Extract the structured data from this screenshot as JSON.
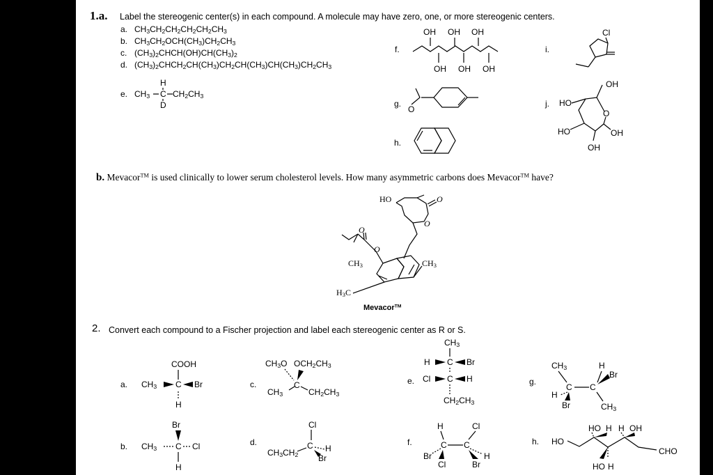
{
  "q1": {
    "number": "1.a.",
    "title": "Label the stereogenic center(s) in each compound. A molecule may have zero, one, or more stereogenic centers.",
    "items": [
      {
        "letter": "a.",
        "formula": "CH3CH2CH2CH2CH2CH3"
      },
      {
        "letter": "b.",
        "formula": "CH3CH2OCH(CH3)CH2CH3"
      },
      {
        "letter": "c.",
        "formula": "(CH3)2CHCH(OH)CH(CH3)2"
      },
      {
        "letter": "d.",
        "formula": "(CH3)2CHCH2CH(CH3)CH2CH(CH3)CH(CH3)CH2CH3"
      }
    ],
    "e": {
      "letter": "e.",
      "top": "H",
      "left": "CH3",
      "center": "C",
      "right": "CH2CH3",
      "bottom": "D"
    },
    "f": {
      "letter": "f.",
      "top_labels": [
        "OH",
        "OH",
        "OH"
      ],
      "bottom_labels": [
        "OH",
        "OH",
        "OH"
      ]
    },
    "g": {
      "letter": "g.",
      "o_label": "O"
    },
    "h": {
      "letter": "h."
    },
    "i": {
      "letter": "i.",
      "cl_label": "Cl"
    },
    "j": {
      "letter": "j.",
      "labels": {
        "ch2oh": "OH",
        "ho_top": "HO",
        "ring_o": "O",
        "ho_bottom": "HO",
        "oh_right": "OH",
        "oh_bottom": "OH"
      }
    }
  },
  "q1b": {
    "letter": "b.",
    "prompt_1": "Mevacor",
    "tm": "TM",
    "prompt_2": " is used clinically to lower serum cholesterol levels. How many asymmetric carbons does Mevacor",
    "prompt_3": " have?",
    "structure": {
      "ho": "HO",
      "o_carbonyl": "O",
      "o_ring": "O",
      "o_ester_dbl": "O",
      "o_ester": "O",
      "ch3_left": "CH3",
      "ch3_right": "CH3",
      "h3c": "H3C",
      "name": "Mevacor",
      "name_tm": "TM"
    }
  },
  "q2": {
    "number": "2.",
    "title": "Convert each compound to a Fischer projection and label each stereogenic center as R or S.",
    "a": {
      "letter": "a.",
      "top": "COOH",
      "left": "CH3",
      "center": "C",
      "right": "Br",
      "bottom": "H"
    },
    "b": {
      "letter": "b.",
      "top": "Br",
      "left": "CH3",
      "center": "C",
      "right": "Cl",
      "bottom": "H"
    },
    "c": {
      "letter": "c.",
      "top_left": "CH3O",
      "top_right": "OCH2CH3",
      "center": "C",
      "left": "CH3",
      "right": "CH2CH3"
    },
    "d": {
      "letter": "d.",
      "top": "Cl",
      "left": "CH3CH2",
      "center": "C",
      "right": "H",
      "bottom": "Br"
    },
    "e": {
      "letter": "e.",
      "top": "CH3",
      "row1_left": "H",
      "row1_c": "C",
      "row1_right": "Br",
      "row2_left": "Cl",
      "row2_c": "C",
      "row2_right": "H",
      "bottom": "CH2CH3"
    },
    "f": {
      "letter": "f.",
      "h_top": "H",
      "cl_top": "Cl",
      "c1": "C",
      "c2": "C",
      "br_left": "Br",
      "h_right": "H",
      "cl_bottom": "Cl",
      "br_bottom": "Br"
    },
    "g": {
      "letter": "g.",
      "ch3_top": "CH3",
      "h_top": "H",
      "br_right": "Br",
      "h_left": "H",
      "c1": "C",
      "c2": "C",
      "br_bottom": "Br",
      "ch3_bottom": "CH3"
    },
    "h": {
      "letter": "h.",
      "ho_left": "HO",
      "top": [
        "HO",
        "H",
        "H",
        "OH"
      ],
      "cho": "CHO",
      "bottom": [
        "HO",
        "H"
      ]
    }
  }
}
